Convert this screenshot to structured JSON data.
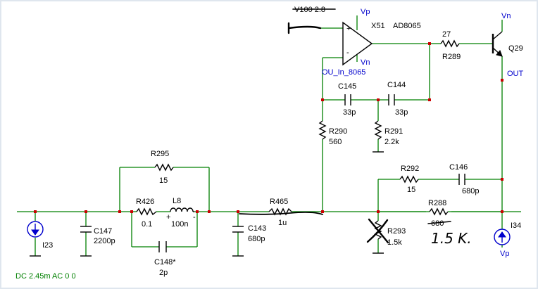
{
  "opamp": {
    "ref": "X51",
    "model": "AD8065",
    "name": "OU_In_8065",
    "supply_pos": "Vp",
    "supply_neg": "Vn",
    "struck_text": "V100 2.8",
    "plus": "+",
    "minus": "-"
  },
  "transistor": {
    "ref": "Q29",
    "supply": "Vn"
  },
  "nets": {
    "out": "OUT"
  },
  "resistors": {
    "r289": {
      "ref": "R289",
      "value": "27"
    },
    "r290": {
      "ref": "R290",
      "value": "560"
    },
    "r291": {
      "ref": "R291",
      "value": "2.2k"
    },
    "r295": {
      "ref": "R295",
      "value": "15"
    },
    "r426": {
      "ref": "R426",
      "value": "0.1"
    },
    "r465": {
      "ref": "R465",
      "value": "1u"
    },
    "r292": {
      "ref": "R292",
      "value": "15"
    },
    "r288": {
      "ref": "R288",
      "value": "680"
    },
    "r293": {
      "ref": "R293",
      "value": "1.5k"
    }
  },
  "capacitors": {
    "c145": {
      "ref": "C145",
      "value": "33p"
    },
    "c144": {
      "ref": "C144",
      "value": "33p"
    },
    "c147": {
      "ref": "C147",
      "value": "2200p"
    },
    "c143": {
      "ref": "C143",
      "value": "680p"
    },
    "c148": {
      "ref": "C148*",
      "value": "2p"
    },
    "c146": {
      "ref": "C146",
      "value": "680p"
    }
  },
  "inductor": {
    "ref": "L8",
    "value": "100n",
    "plus": "+",
    "minus": "-"
  },
  "sources": {
    "i23": {
      "ref": "I23",
      "spec": "DC 2.45m AC 0 0"
    },
    "i34": {
      "ref": "I34",
      "supply": "Vp"
    }
  },
  "annotation": {
    "handwritten": "1.5 K."
  }
}
